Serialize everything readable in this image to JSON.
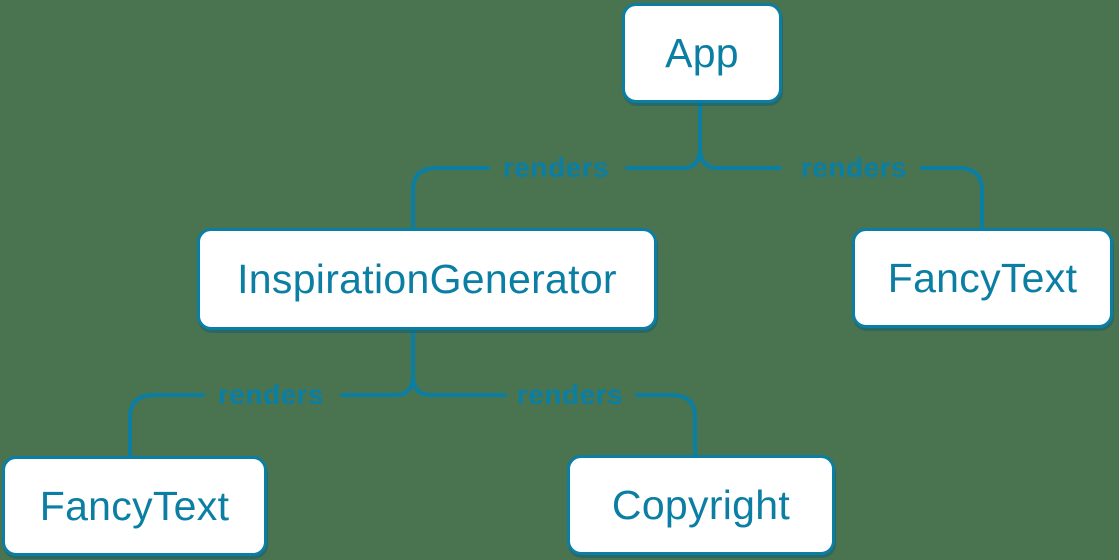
{
  "colors": {
    "background": "#4a7350",
    "accent": "#0b7ea4",
    "node_fill": "#ffffff"
  },
  "nodes": {
    "app": {
      "label": "App"
    },
    "inspiration_generator": {
      "label": "InspirationGenerator"
    },
    "fancy_text_top": {
      "label": "FancyText"
    },
    "fancy_text_bottom": {
      "label": "FancyText"
    },
    "copyright": {
      "label": "Copyright"
    }
  },
  "edges": [
    {
      "from": "App",
      "to": "InspirationGenerator",
      "label": "renders"
    },
    {
      "from": "App",
      "to": "FancyText",
      "label": "renders"
    },
    {
      "from": "InspirationGenerator",
      "to": "FancyText",
      "label": "renders"
    },
    {
      "from": "InspirationGenerator",
      "to": "Copyright",
      "label": "renders"
    }
  ]
}
